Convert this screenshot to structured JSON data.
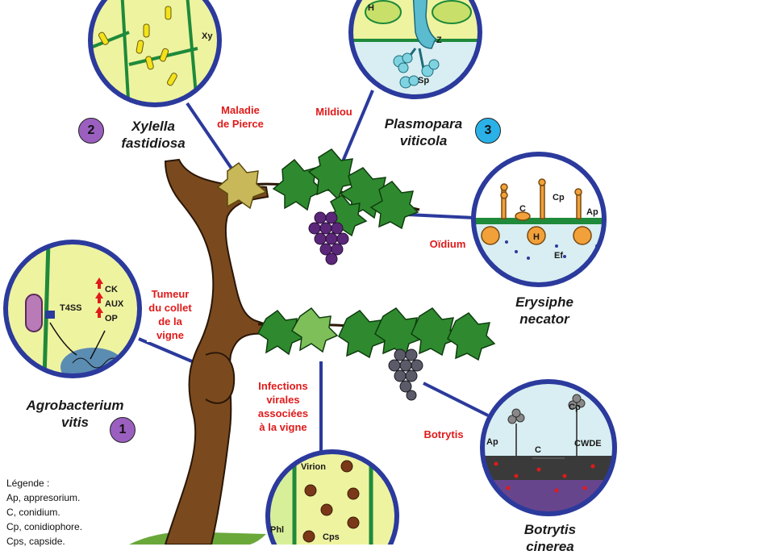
{
  "diseases": {
    "pierce": "Maladie\nde Pierce",
    "mildiou": "Mildiou",
    "oidium": "Oïdium",
    "tumeur": "Tumeur\ndu collet\nde la\nvigne",
    "viral": "Infections\nvirales\nassociées\nà la vigne",
    "botrytis": "Botrytis"
  },
  "pathogens": {
    "xylella": "Xylella\nfastidiosa",
    "plasmopara": "Plasmopara\nviticola",
    "erysiphe": "Erysiphe\nnecator",
    "agrobacterium": "Agrobacterium\nvitis",
    "botrytis": "Botrytis\ncinerea"
  },
  "numbers": {
    "n1": "1",
    "n2": "2",
    "n3": "3"
  },
  "inset_labels": {
    "xylella": {
      "xy": "Xy"
    },
    "plasmopara": {
      "h": "H",
      "z": "Z",
      "sp": "Sp"
    },
    "erysiphe": {
      "c": "C",
      "cp": "Cp",
      "ap": "Ap",
      "h": "H",
      "ef": "Ef"
    },
    "agro": {
      "t4ss": "T4SS",
      "ck": "CK",
      "aux": "AUX",
      "op": "OP"
    },
    "virus": {
      "virion": "Virion",
      "phl": "Phl",
      "cps": "Cps"
    },
    "botrytis": {
      "ap": "Ap",
      "cp": "Cp",
      "c": "C",
      "cwde": "CWDE"
    }
  },
  "legend": {
    "title": "Légende :",
    "items": [
      "Ap, appresorium.",
      "C, conidium.",
      "Cp, conidiophore.",
      "Cps, capside."
    ]
  },
  "colors": {
    "circle_border": "#2b3a9c",
    "tissue": "#eef3a0",
    "vein": "#1e8a3a",
    "leaf": "#2f8a2f",
    "trunk": "#7a4a1e",
    "grape": "#6b2f8a",
    "red_text": "#e01a1a",
    "number_purple": "#9b5fc0",
    "number_blue": "#2ab2e8"
  }
}
